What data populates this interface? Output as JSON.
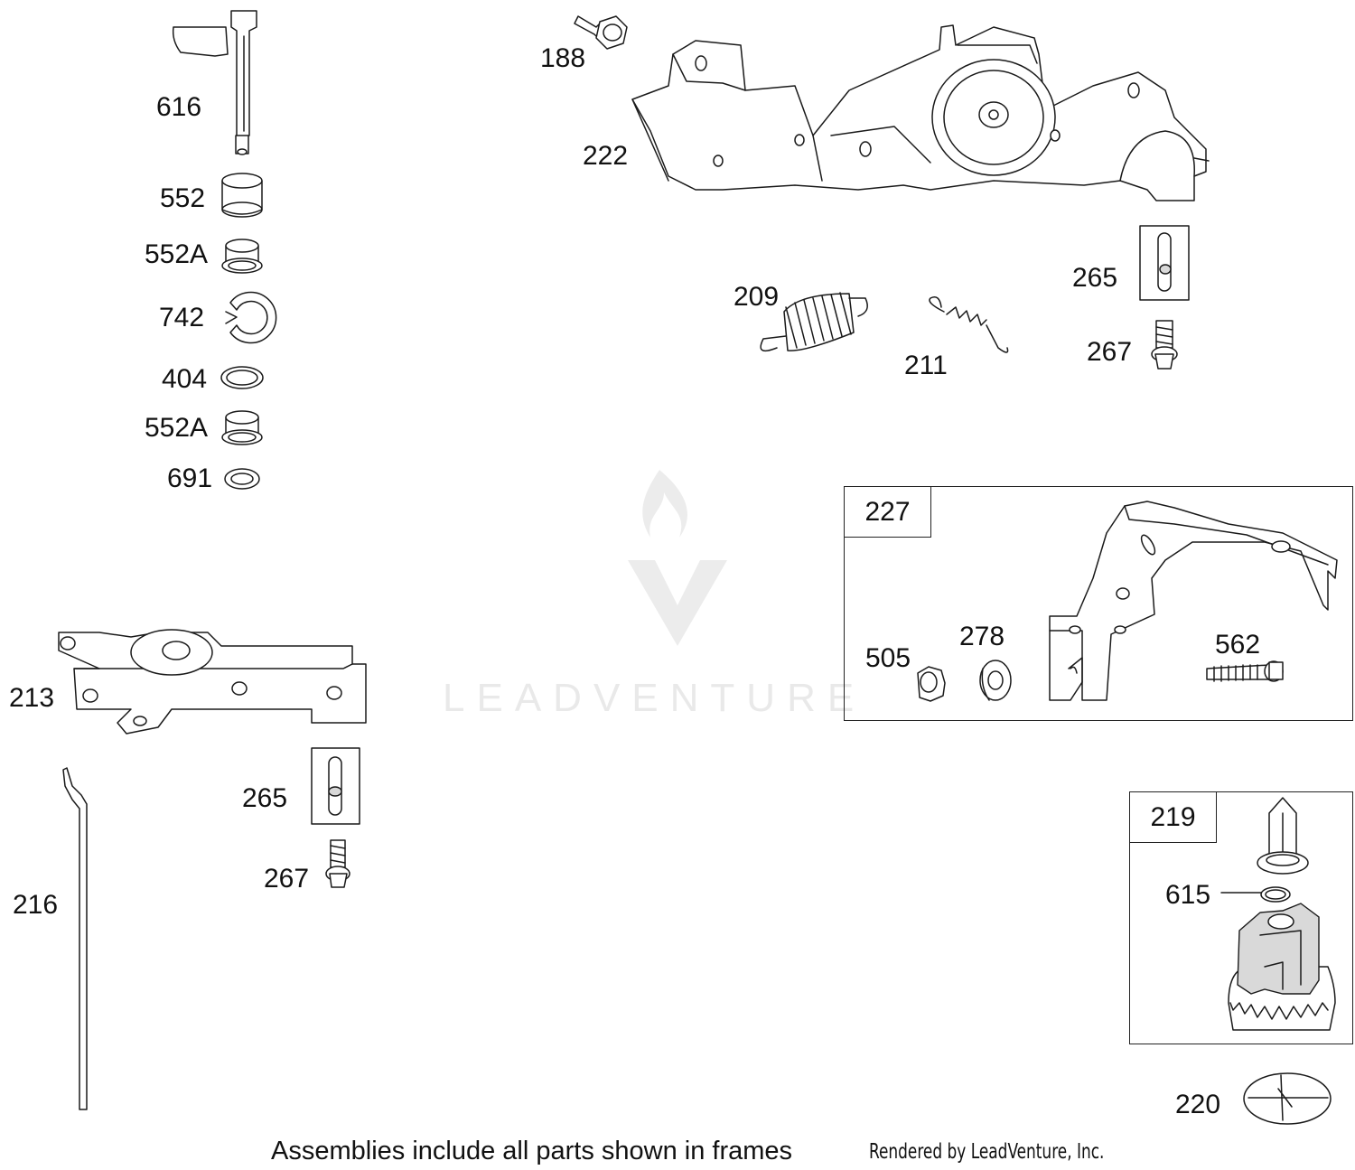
{
  "parts": {
    "p616": "616",
    "p552": "552",
    "p552a_1": "552A",
    "p742": "742",
    "p404": "404",
    "p552a_2": "552A",
    "p691": "691",
    "p188": "188",
    "p222": "222",
    "p209": "209",
    "p211": "211",
    "p265_top": "265",
    "p267_top": "267",
    "p213": "213",
    "p216": "216",
    "p265_bottom": "265",
    "p267_bottom": "267",
    "p505": "505",
    "p278": "278",
    "p562": "562",
    "p615": "615",
    "p220": "220"
  },
  "frames": {
    "assembly_227": "227",
    "assembly_219": "219"
  },
  "footer": {
    "note": "Assemblies include all parts shown in frames",
    "credit": "Rendered by LeadVenture, Inc."
  },
  "watermark": {
    "text": "LEADVENTURE"
  }
}
